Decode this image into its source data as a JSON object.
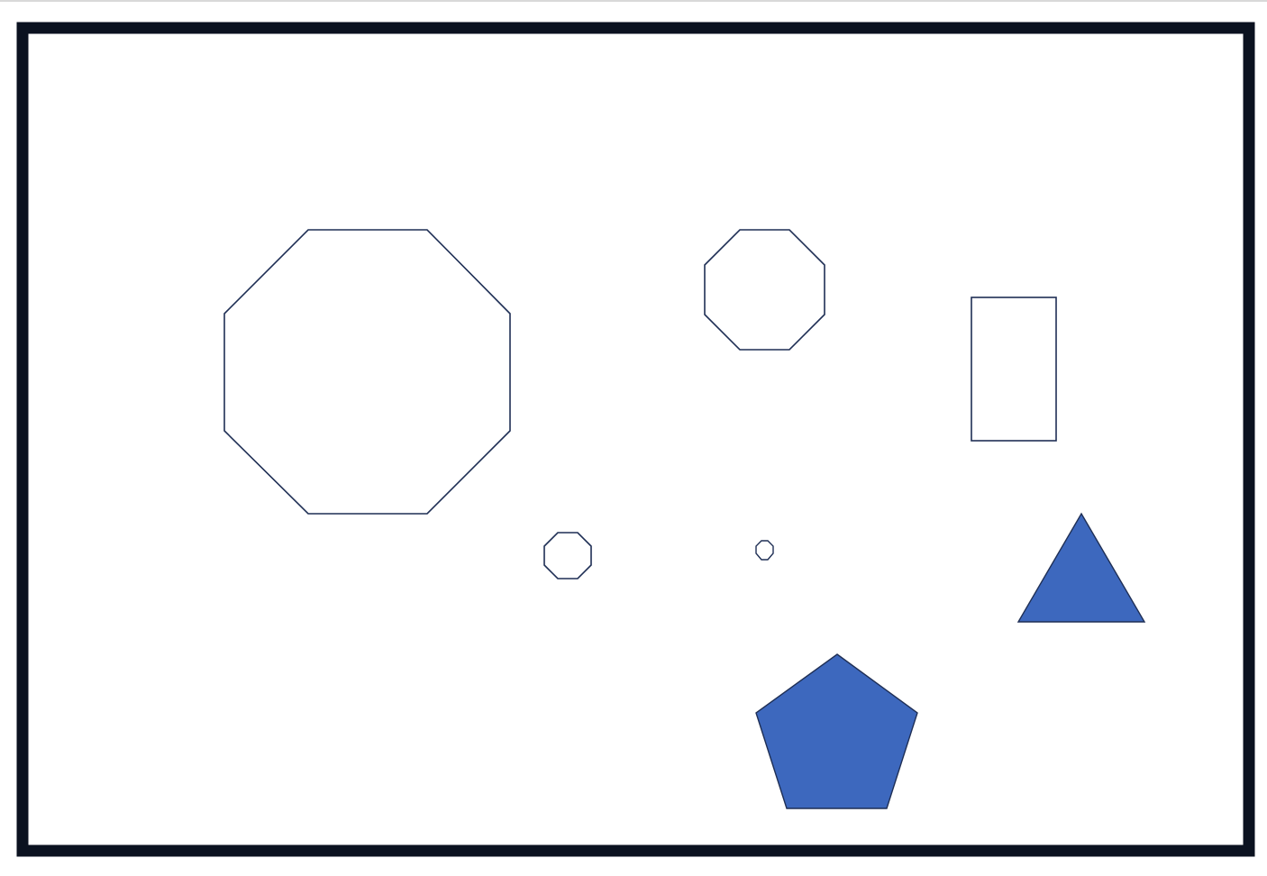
{
  "scene": {
    "frame_color": "#0b1220",
    "stroke_color": "#1f2f55",
    "fill_color": "#3d68be",
    "shapes": [
      {
        "kind": "octagon",
        "filled": false
      },
      {
        "kind": "octagon",
        "filled": false
      },
      {
        "kind": "rectangle",
        "filled": false
      },
      {
        "kind": "octagon",
        "filled": false
      },
      {
        "kind": "octagon",
        "filled": false
      },
      {
        "kind": "triangle",
        "filled": true
      },
      {
        "kind": "pentagon",
        "filled": true
      }
    ]
  }
}
